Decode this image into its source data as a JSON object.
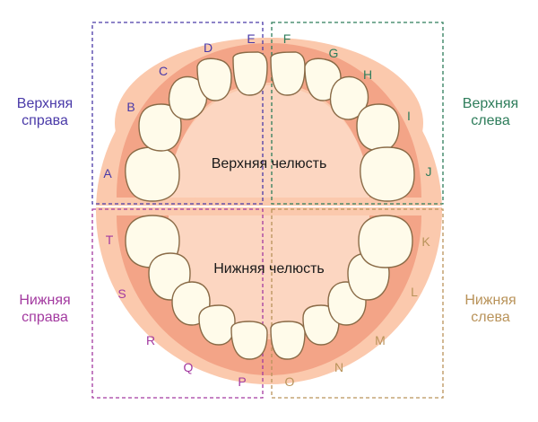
{
  "colors": {
    "upper_right": "#4a3aa8",
    "upper_left": "#2e7d5b",
    "lower_right": "#a33aa0",
    "lower_left": "#b9935a",
    "gum_outer": "#fbc9ad",
    "gum_inner": "#f3a487",
    "tooth": "#fffbea",
    "tooth_outline": "#8a6b47",
    "text": "#1a1a1a"
  },
  "upper_jaw_label": "Верхняя челюсть",
  "lower_jaw_label": "Нижняя челюсть",
  "quadrants": {
    "upper_right": {
      "line1": "Верхняя",
      "line2": "справа"
    },
    "upper_left": {
      "line1": "Верхняя",
      "line2": "слева"
    },
    "lower_right": {
      "line1": "Нижняя",
      "line2": "справа"
    },
    "lower_left": {
      "line1": "Нижняя",
      "line2": "слева"
    }
  },
  "teeth": {
    "upper": [
      "A",
      "B",
      "C",
      "D",
      "E",
      "F",
      "G",
      "H",
      "I",
      "J"
    ],
    "lower": [
      "K",
      "L",
      "M",
      "N",
      "O",
      "P",
      "Q",
      "R",
      "S",
      "T"
    ]
  }
}
